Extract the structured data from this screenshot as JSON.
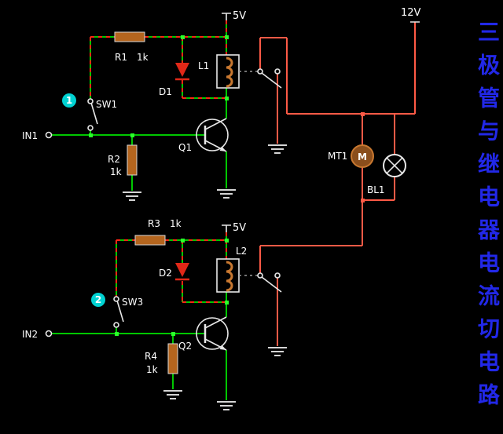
{
  "title": {
    "text": "三极管与继电器电流切电路"
  },
  "supplies": {
    "vcc_upper": "5V",
    "vcc_lower": "5V",
    "v12": "12V"
  },
  "inputs": {
    "in1": "IN1",
    "in2": "IN2"
  },
  "markers": {
    "m1": "1",
    "m2": "2"
  },
  "components": {
    "R1": {
      "ref": "R1",
      "value": "1k"
    },
    "R2": {
      "ref": "R2",
      "value": "1k"
    },
    "R3": {
      "ref": "R3",
      "value": "1k"
    },
    "R4": {
      "ref": "R4",
      "value": "1k"
    },
    "D1": {
      "ref": "D1"
    },
    "D2": {
      "ref": "D2"
    },
    "L1": {
      "ref": "L1"
    },
    "L2": {
      "ref": "L2"
    },
    "Q1": {
      "ref": "Q1"
    },
    "Q2": {
      "ref": "Q2"
    },
    "SW1": {
      "ref": "SW1"
    },
    "SW3": {
      "ref": "SW3"
    },
    "MT1": {
      "ref": "MT1",
      "symbol": "M"
    },
    "BL1": {
      "ref": "BL1"
    }
  },
  "colors": {
    "background": "#000000",
    "wire_green": "#00c800",
    "current_dash_red": "#ff2814",
    "wire_red": "#ff5a46",
    "resistor_orange": "#b4651e",
    "coil_brown": "#c87830",
    "diode_red": "#e02818",
    "marker_cyan": "#00d2d2",
    "title_blue": "#2228e8"
  }
}
